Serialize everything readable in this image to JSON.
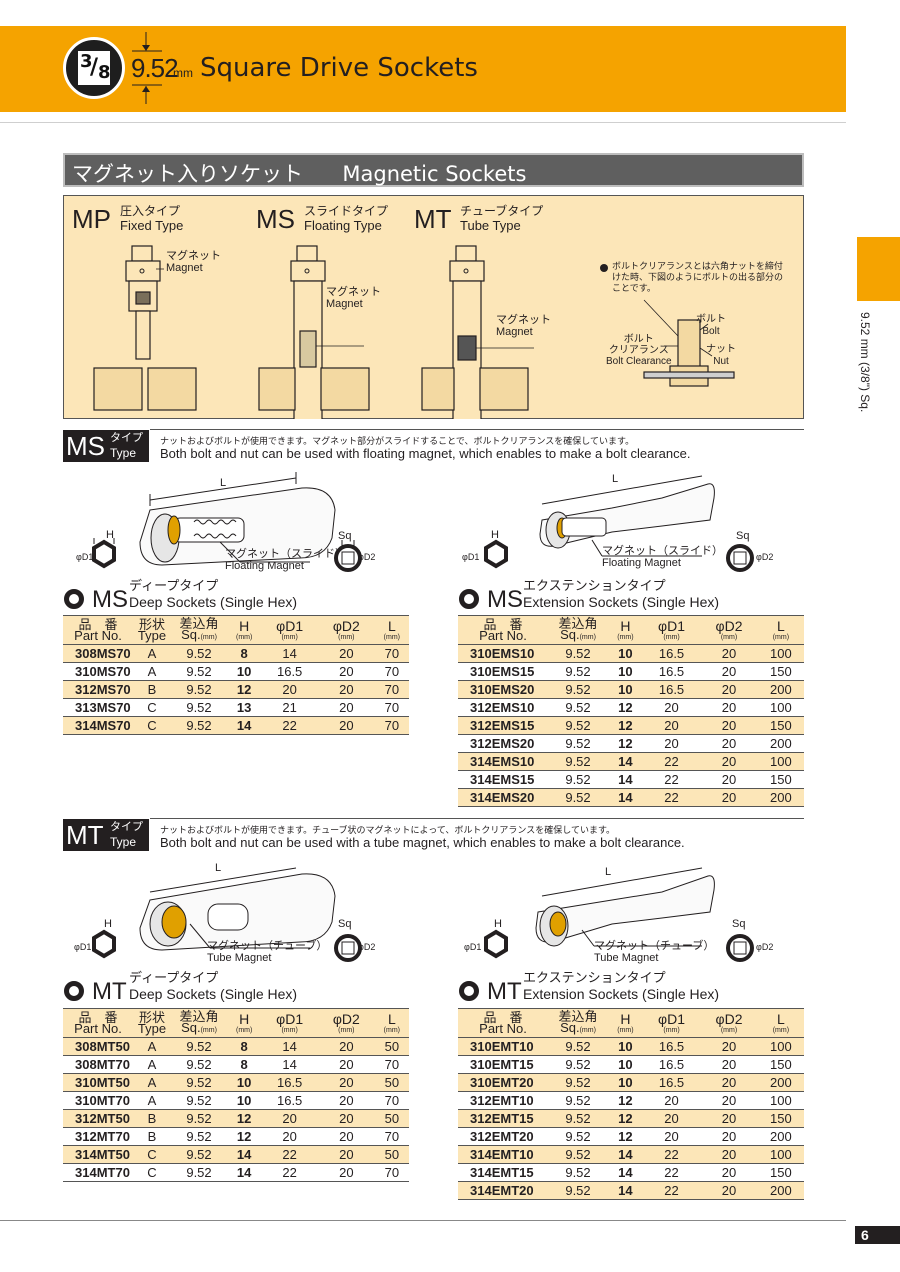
{
  "header": {
    "fraction_num": "3",
    "fraction_den": "8",
    "size": "9.52",
    "unit": "mm",
    "title": "Square Drive Sockets"
  },
  "side_tab": {
    "text": "9.52 mm (3/8\") Sq."
  },
  "page_number": "6",
  "section": {
    "title_jp": "マグネット入りソケット",
    "title_en": "Magnetic Sockets"
  },
  "diagram": {
    "types": [
      {
        "code": "MP",
        "jp": "圧入タイプ",
        "en": "Fixed Type",
        "magnet_jp": "マグネット",
        "magnet_en": "Magnet"
      },
      {
        "code": "MS",
        "jp": "スライドタイプ",
        "en": "Floating Type",
        "magnet_jp": "マグネット",
        "magnet_en": "Magnet"
      },
      {
        "code": "MT",
        "jp": "チューブタイプ",
        "en": "Tube Type",
        "magnet_jp": "マグネット",
        "magnet_en": "Magnet"
      }
    ],
    "note": "ボルトクリアランスとは六角ナットを締付けた時、下図のようにボルトの出る部分のことです。",
    "bolt_jp": "ボルト",
    "bolt_en": "Bolt",
    "clearance_jp1": "ボルト",
    "clearance_jp2": "クリアランス",
    "clearance_en": "Bolt Clearance",
    "nut_jp": "ナット",
    "nut_en": "Nut"
  },
  "ms_type": {
    "code": "MS",
    "type_jp": "タイプ",
    "type_en": "Type",
    "desc_jp": "ナットおよびボルトが使用できます。マグネット部分がスライドすることで、ボルトクリアランスを確保しています。",
    "desc_en": "Both bolt and nut can be used with floating magnet, which enables to make a bolt clearance.",
    "magnet_jp": "マグネット（スライド）",
    "magnet_en": "Floating Magnet"
  },
  "mt_type": {
    "code": "MT",
    "type_jp": "タイプ",
    "type_en": "Type",
    "desc_jp": "ナットおよびボルトが使用できます。チューブ状のマグネットによって、ボルトクリアランスを確保しています。",
    "desc_en": "Both bolt and nut can be used with a tube magnet, which enables to make a bolt clearance.",
    "magnet_jp": "マグネット（チューブ）",
    "magnet_en": "Tube Magnet"
  },
  "dims": {
    "h": "H",
    "l": "L",
    "sq": "Sq",
    "d1": "φD1",
    "d2": "φD2"
  },
  "table_headers": {
    "part_jp": "品　番",
    "part_en": "Part No.",
    "type_jp": "形状",
    "type_en": "Type",
    "sq_jp": "差込角",
    "sq_en": "Sq.",
    "sq_unit": "(mm)",
    "h": "H",
    "d1": "φD1",
    "d2": "φD2",
    "l": "L",
    "mm": "(mm)"
  },
  "ms_deep": {
    "code": "MS",
    "jp": "ディープタイプ",
    "en": "Deep Sockets (Single Hex)",
    "rows": [
      {
        "part": "308MS70",
        "type": "A",
        "sq": "9.52",
        "h": "8",
        "d1": "14",
        "d2": "20",
        "l": "70",
        "hl": true
      },
      {
        "part": "310MS70",
        "type": "A",
        "sq": "9.52",
        "h": "10",
        "d1": "16.5",
        "d2": "20",
        "l": "70",
        "hl": false
      },
      {
        "part": "312MS70",
        "type": "B",
        "sq": "9.52",
        "h": "12",
        "d1": "20",
        "d2": "20",
        "l": "70",
        "hl": true
      },
      {
        "part": "313MS70",
        "type": "C",
        "sq": "9.52",
        "h": "13",
        "d1": "21",
        "d2": "20",
        "l": "70",
        "hl": false
      },
      {
        "part": "314MS70",
        "type": "C",
        "sq": "9.52",
        "h": "14",
        "d1": "22",
        "d2": "20",
        "l": "70",
        "hl": true
      }
    ]
  },
  "ms_ext": {
    "code": "MS",
    "jp": "エクステンションタイプ",
    "en": "Extension Sockets (Single Hex)",
    "rows": [
      {
        "part": "310EMS10",
        "sq": "9.52",
        "h": "10",
        "d1": "16.5",
        "d2": "20",
        "l": "100",
        "hl": true
      },
      {
        "part": "310EMS15",
        "sq": "9.52",
        "h": "10",
        "d1": "16.5",
        "d2": "20",
        "l": "150",
        "hl": false
      },
      {
        "part": "310EMS20",
        "sq": "9.52",
        "h": "10",
        "d1": "16.5",
        "d2": "20",
        "l": "200",
        "hl": true
      },
      {
        "part": "312EMS10",
        "sq": "9.52",
        "h": "12",
        "d1": "20",
        "d2": "20",
        "l": "100",
        "hl": false
      },
      {
        "part": "312EMS15",
        "sq": "9.52",
        "h": "12",
        "d1": "20",
        "d2": "20",
        "l": "150",
        "hl": true
      },
      {
        "part": "312EMS20",
        "sq": "9.52",
        "h": "12",
        "d1": "20",
        "d2": "20",
        "l": "200",
        "hl": false
      },
      {
        "part": "314EMS10",
        "sq": "9.52",
        "h": "14",
        "d1": "22",
        "d2": "20",
        "l": "100",
        "hl": true
      },
      {
        "part": "314EMS15",
        "sq": "9.52",
        "h": "14",
        "d1": "22",
        "d2": "20",
        "l": "150",
        "hl": false
      },
      {
        "part": "314EMS20",
        "sq": "9.52",
        "h": "14",
        "d1": "22",
        "d2": "20",
        "l": "200",
        "hl": true
      }
    ]
  },
  "mt_deep": {
    "code": "MT",
    "jp": "ディープタイプ",
    "en": "Deep Sockets (Single Hex)",
    "rows": [
      {
        "part": "308MT50",
        "type": "A",
        "sq": "9.52",
        "h": "8",
        "d1": "14",
        "d2": "20",
        "l": "50",
        "hl": true
      },
      {
        "part": "308MT70",
        "type": "A",
        "sq": "9.52",
        "h": "8",
        "d1": "14",
        "d2": "20",
        "l": "70",
        "hl": false
      },
      {
        "part": "310MT50",
        "type": "A",
        "sq": "9.52",
        "h": "10",
        "d1": "16.5",
        "d2": "20",
        "l": "50",
        "hl": true
      },
      {
        "part": "310MT70",
        "type": "A",
        "sq": "9.52",
        "h": "10",
        "d1": "16.5",
        "d2": "20",
        "l": "70",
        "hl": false
      },
      {
        "part": "312MT50",
        "type": "B",
        "sq": "9.52",
        "h": "12",
        "d1": "20",
        "d2": "20",
        "l": "50",
        "hl": true
      },
      {
        "part": "312MT70",
        "type": "B",
        "sq": "9.52",
        "h": "12",
        "d1": "20",
        "d2": "20",
        "l": "70",
        "hl": false
      },
      {
        "part": "314MT50",
        "type": "C",
        "sq": "9.52",
        "h": "14",
        "d1": "22",
        "d2": "20",
        "l": "50",
        "hl": true
      },
      {
        "part": "314MT70",
        "type": "C",
        "sq": "9.52",
        "h": "14",
        "d1": "22",
        "d2": "20",
        "l": "70",
        "hl": false
      }
    ]
  },
  "mt_ext": {
    "code": "MT",
    "jp": "エクステンションタイプ",
    "en": "Extension Sockets (Single Hex)",
    "rows": [
      {
        "part": "310EMT10",
        "sq": "9.52",
        "h": "10",
        "d1": "16.5",
        "d2": "20",
        "l": "100",
        "hl": true
      },
      {
        "part": "310EMT15",
        "sq": "9.52",
        "h": "10",
        "d1": "16.5",
        "d2": "20",
        "l": "150",
        "hl": false
      },
      {
        "part": "310EMT20",
        "sq": "9.52",
        "h": "10",
        "d1": "16.5",
        "d2": "20",
        "l": "200",
        "hl": true
      },
      {
        "part": "312EMT10",
        "sq": "9.52",
        "h": "12",
        "d1": "20",
        "d2": "20",
        "l": "100",
        "hl": false
      },
      {
        "part": "312EMT15",
        "sq": "9.52",
        "h": "12",
        "d1": "20",
        "d2": "20",
        "l": "150",
        "hl": true
      },
      {
        "part": "312EMT20",
        "sq": "9.52",
        "h": "12",
        "d1": "20",
        "d2": "20",
        "l": "200",
        "hl": false
      },
      {
        "part": "314EMT10",
        "sq": "9.52",
        "h": "14",
        "d1": "22",
        "d2": "20",
        "l": "100",
        "hl": true
      },
      {
        "part": "314EMT15",
        "sq": "9.52",
        "h": "14",
        "d1": "22",
        "d2": "20",
        "l": "150",
        "hl": false
      },
      {
        "part": "314EMT20",
        "sq": "9.52",
        "h": "14",
        "d1": "22",
        "d2": "20",
        "l": "200",
        "hl": true
      }
    ]
  },
  "colors": {
    "accent": "#f5a300",
    "highlight": "#fce6b8",
    "dark": "#231f20",
    "magnet": "#e0a000"
  }
}
